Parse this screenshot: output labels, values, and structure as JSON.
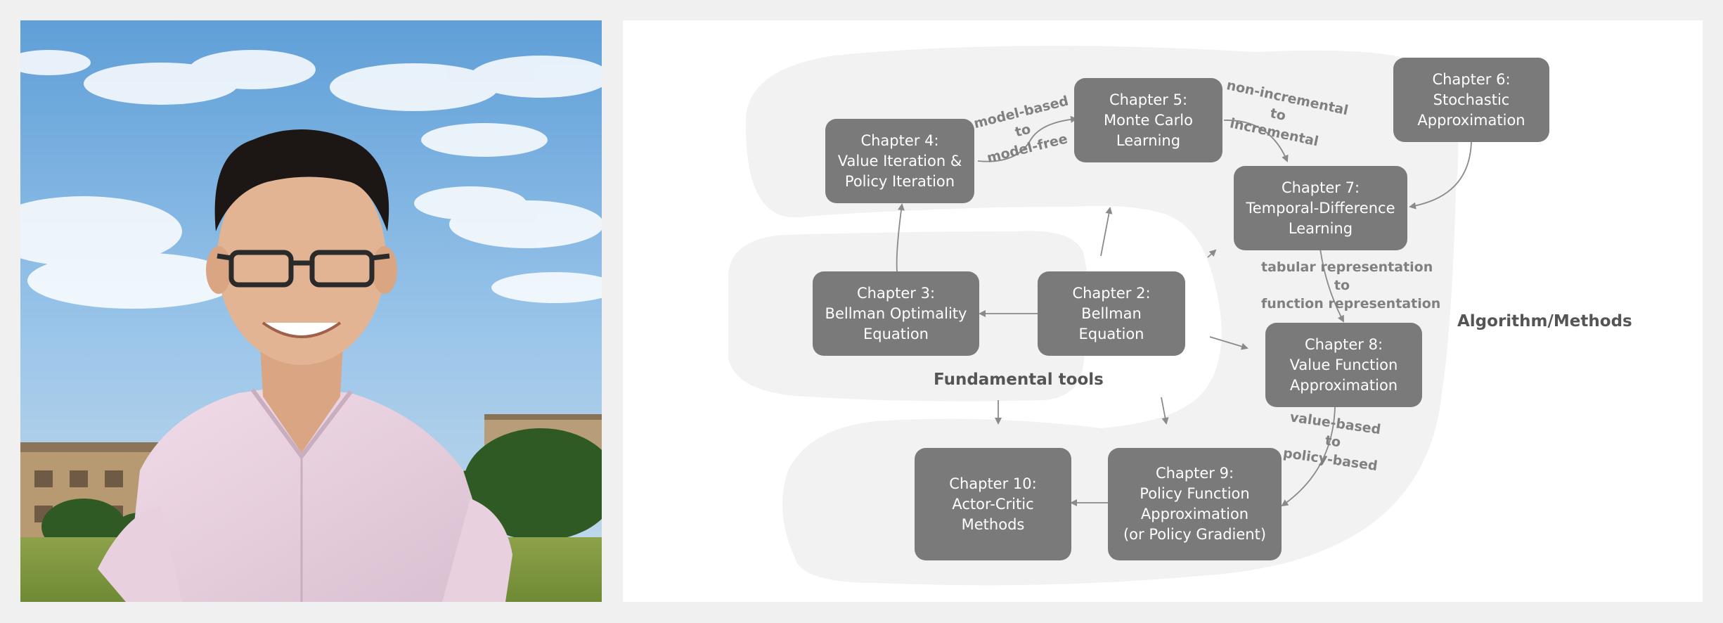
{
  "photo": {
    "subject": "portrait-photo"
  },
  "diagram": {
    "colors": {
      "box_fill": "#7a7a7a",
      "region_fill": "#f2f2f2",
      "arrow": "#8a8a8a",
      "edge_label": "#808080",
      "group_label": "#555555"
    },
    "chapters": {
      "ch2": {
        "lines": [
          "Chapter 2:",
          "Bellman",
          "Equation"
        ]
      },
      "ch3": {
        "lines": [
          "Chapter 3:",
          "Bellman Optimality",
          "Equation"
        ]
      },
      "ch4": {
        "lines": [
          "Chapter 4:",
          "Value Iteration &",
          "Policy Iteration"
        ]
      },
      "ch5": {
        "lines": [
          "Chapter 5:",
          "Monte Carlo",
          "Learning"
        ]
      },
      "ch6": {
        "lines": [
          "Chapter 6:",
          "Stochastic",
          "Approximation"
        ]
      },
      "ch7": {
        "lines": [
          "Chapter 7:",
          "Temporal-Difference",
          "Learning"
        ]
      },
      "ch8": {
        "lines": [
          "Chapter 8:",
          "Value Function",
          "Approximation"
        ]
      },
      "ch9": {
        "lines": [
          "Chapter 9:",
          "Policy Function",
          "Approximation",
          "(or Policy Gradient)"
        ]
      },
      "ch10": {
        "lines": [
          "Chapter 10:",
          "Actor-Critic",
          "Methods"
        ]
      }
    },
    "edge_labels": {
      "model": [
        "model-based",
        "to",
        "model-free"
      ],
      "incremental": [
        "non-incremental",
        "to",
        "incremental"
      ],
      "tabular": [
        "tabular representation",
        "to",
        "function representation"
      ],
      "value_policy": [
        "value-based",
        "to",
        "policy-based"
      ]
    },
    "groups": {
      "fundamental": "Fundamental tools",
      "algorithms": "Algorithm/Methods"
    }
  }
}
